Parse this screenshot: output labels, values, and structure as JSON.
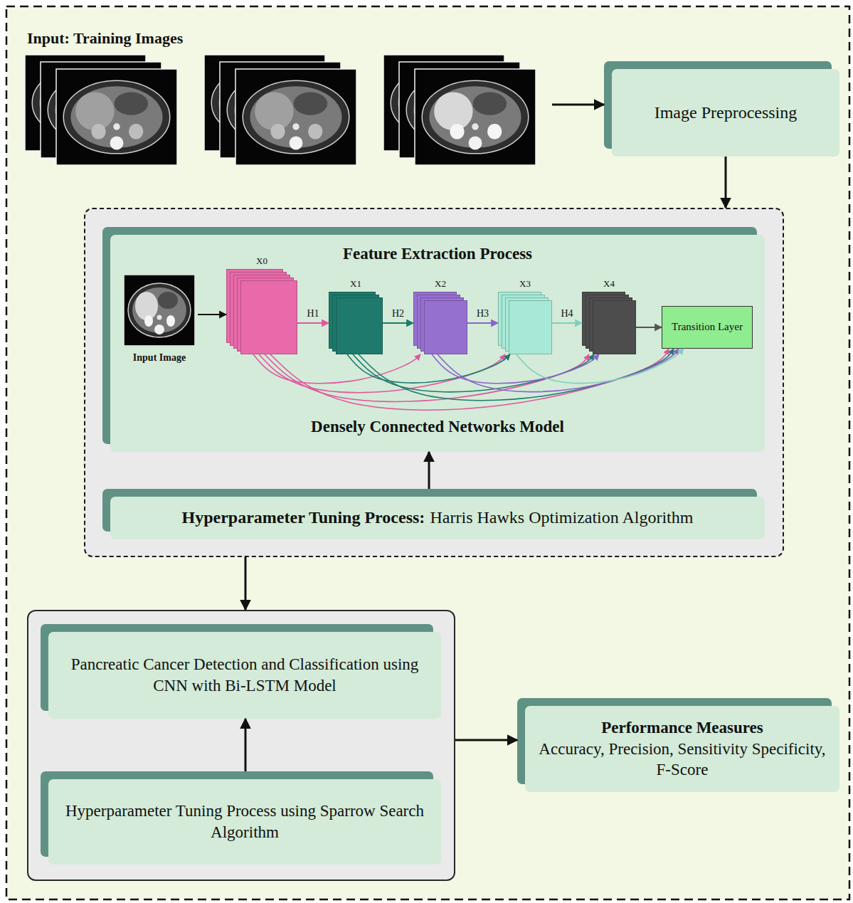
{
  "diagram": {
    "nodes": [
      {
        "text": [
          "Input: Training Images"
        ]
      },
      {
        "text": [
          "Image Preprocessing"
        ]
      },
      {
        "text": []
      },
      {
        "text": [
          "Feature Extraction Process",
          "Densely Connected Networks Model"
        ],
        "in": 2
      },
      {
        "text": [
          "Input Image"
        ],
        "in": 3
      },
      {
        "text": [
          "X0"
        ],
        "in": 3
      },
      {
        "text": [
          "X1"
        ],
        "in": 3
      },
      {
        "text": [
          "X2"
        ],
        "in": 3
      },
      {
        "text": [
          "X3"
        ],
        "in": 3
      },
      {
        "text": [
          "X4"
        ],
        "in": 3
      },
      {
        "text": [
          "Transition Layer"
        ],
        "in": 3
      },
      {
        "text": [
          "Hyperparameter Tuning Process:",
          "Harris Hawks Optimization Algorithm"
        ],
        "in": 2
      },
      {
        "text": []
      },
      {
        "text": [
          "Pancreatic Cancer Detection and Classification using CNN with Bi-LSTM Model"
        ],
        "in": 12
      },
      {
        "text": [
          "Hyperparameter Tuning Process using Sparrow Search Algorithm"
        ],
        "in": 12
      },
      {
        "text": [
          "Performance Measures",
          "Accuracy, Precision, Sensitivity Specificity, F-Score"
        ]
      }
    ],
    "edges": [
      {
        "from": 0,
        "to": 1,
        "arrow": "to"
      },
      {
        "from": 1,
        "to": 2,
        "arrow": "to"
      },
      {
        "from": 11,
        "to": 3,
        "arrow": "to"
      },
      {
        "from": 2,
        "to": 12,
        "arrow": "to"
      },
      {
        "from": 14,
        "to": 13,
        "arrow": "to"
      },
      {
        "from": 12,
        "to": 15,
        "arrow": "to"
      },
      {
        "from": 4,
        "to": 5,
        "arrow": "to"
      },
      {
        "from": 5,
        "to": 6,
        "label": "H1",
        "arrow": "to"
      },
      {
        "from": 6,
        "to": 7,
        "label": "H2",
        "arrow": "to"
      },
      {
        "from": 7,
        "to": 8,
        "label": "H3",
        "arrow": "to"
      },
      {
        "from": 8,
        "to": 9,
        "label": "H4",
        "arrow": "to"
      },
      {
        "from": 9,
        "to": 10,
        "arrow": "to"
      },
      {
        "from": 5,
        "to": 7,
        "arrow": "to"
      },
      {
        "from": 5,
        "to": 8,
        "arrow": "to"
      },
      {
        "from": 5,
        "to": 9,
        "arrow": "to"
      },
      {
        "from": 5,
        "to": 10,
        "arrow": "to"
      },
      {
        "from": 6,
        "to": 8,
        "arrow": "to"
      },
      {
        "from": 6,
        "to": 9,
        "arrow": "to"
      },
      {
        "from": 6,
        "to": 10,
        "arrow": "to"
      },
      {
        "from": 7,
        "to": 9,
        "arrow": "to"
      },
      {
        "from": 7,
        "to": 10,
        "arrow": "to"
      },
      {
        "from": 8,
        "to": 10,
        "arrow": "to"
      }
    ]
  }
}
